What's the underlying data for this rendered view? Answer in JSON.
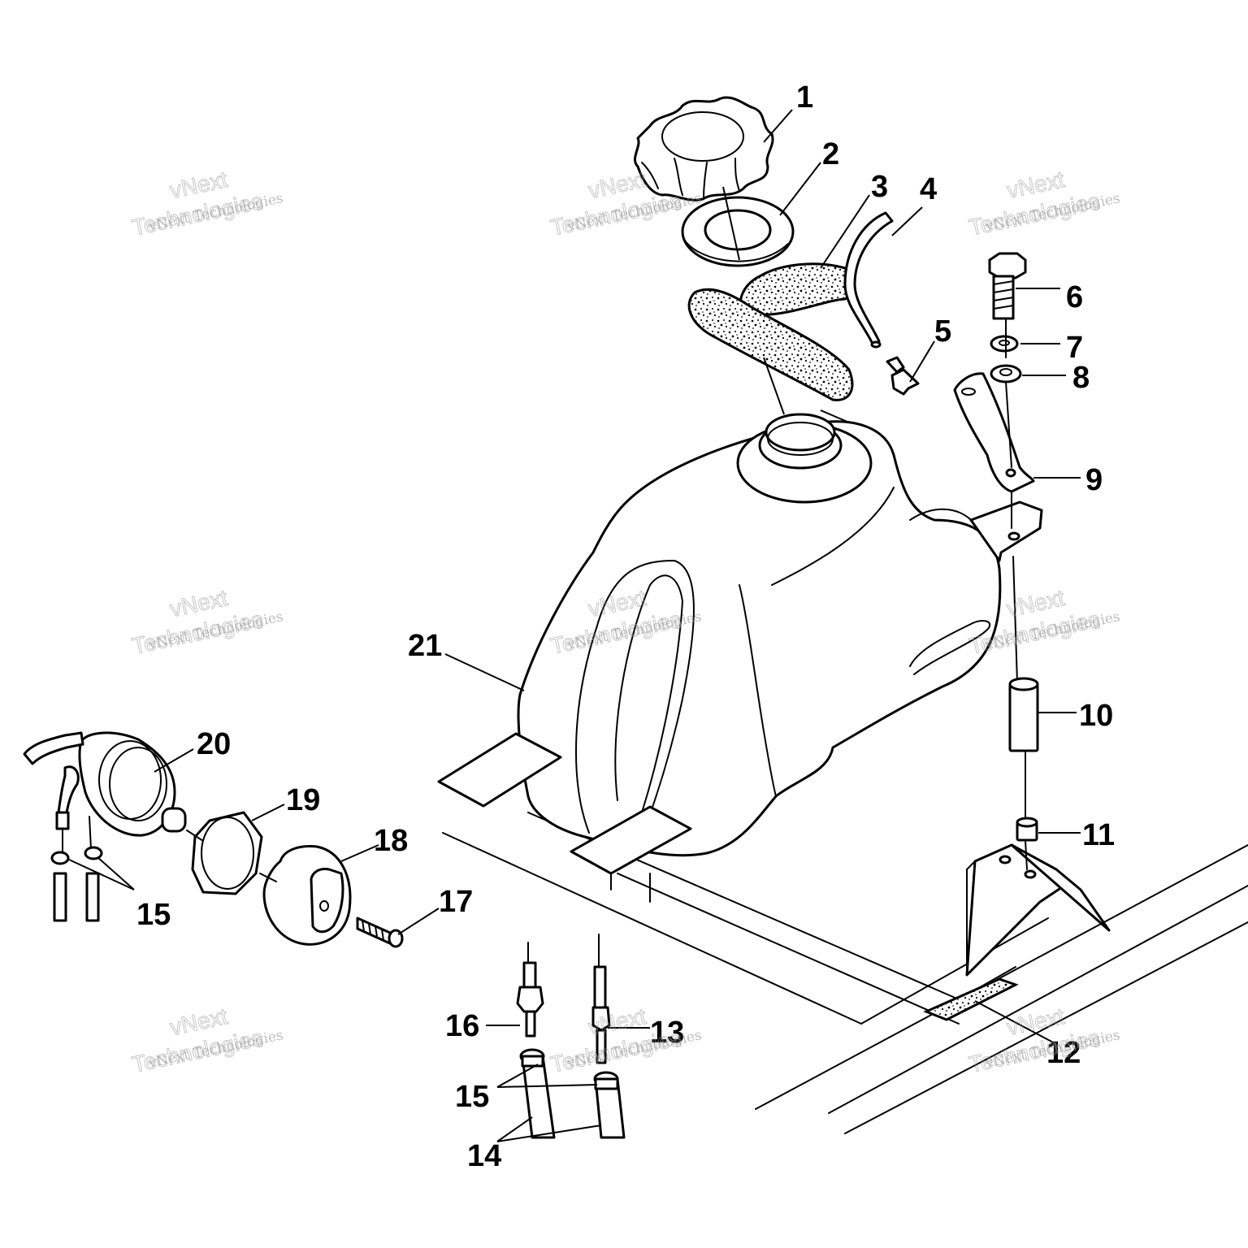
{
  "callouts": [
    "1",
    "2",
    "3",
    "4",
    "5",
    "6",
    "7",
    "8",
    "9",
    "10",
    "11",
    "12",
    "13",
    "14",
    "15",
    "15",
    "16",
    "17",
    "18",
    "19",
    "20",
    "21"
  ],
  "watermark": {
    "line1": "vNext Technologies",
    "line2_a": "vNext",
    "line2_b": "Technologies"
  },
  "colors": {
    "ink": "#000000",
    "paper": "#ffffff",
    "watermark": "#8a8a8a"
  }
}
